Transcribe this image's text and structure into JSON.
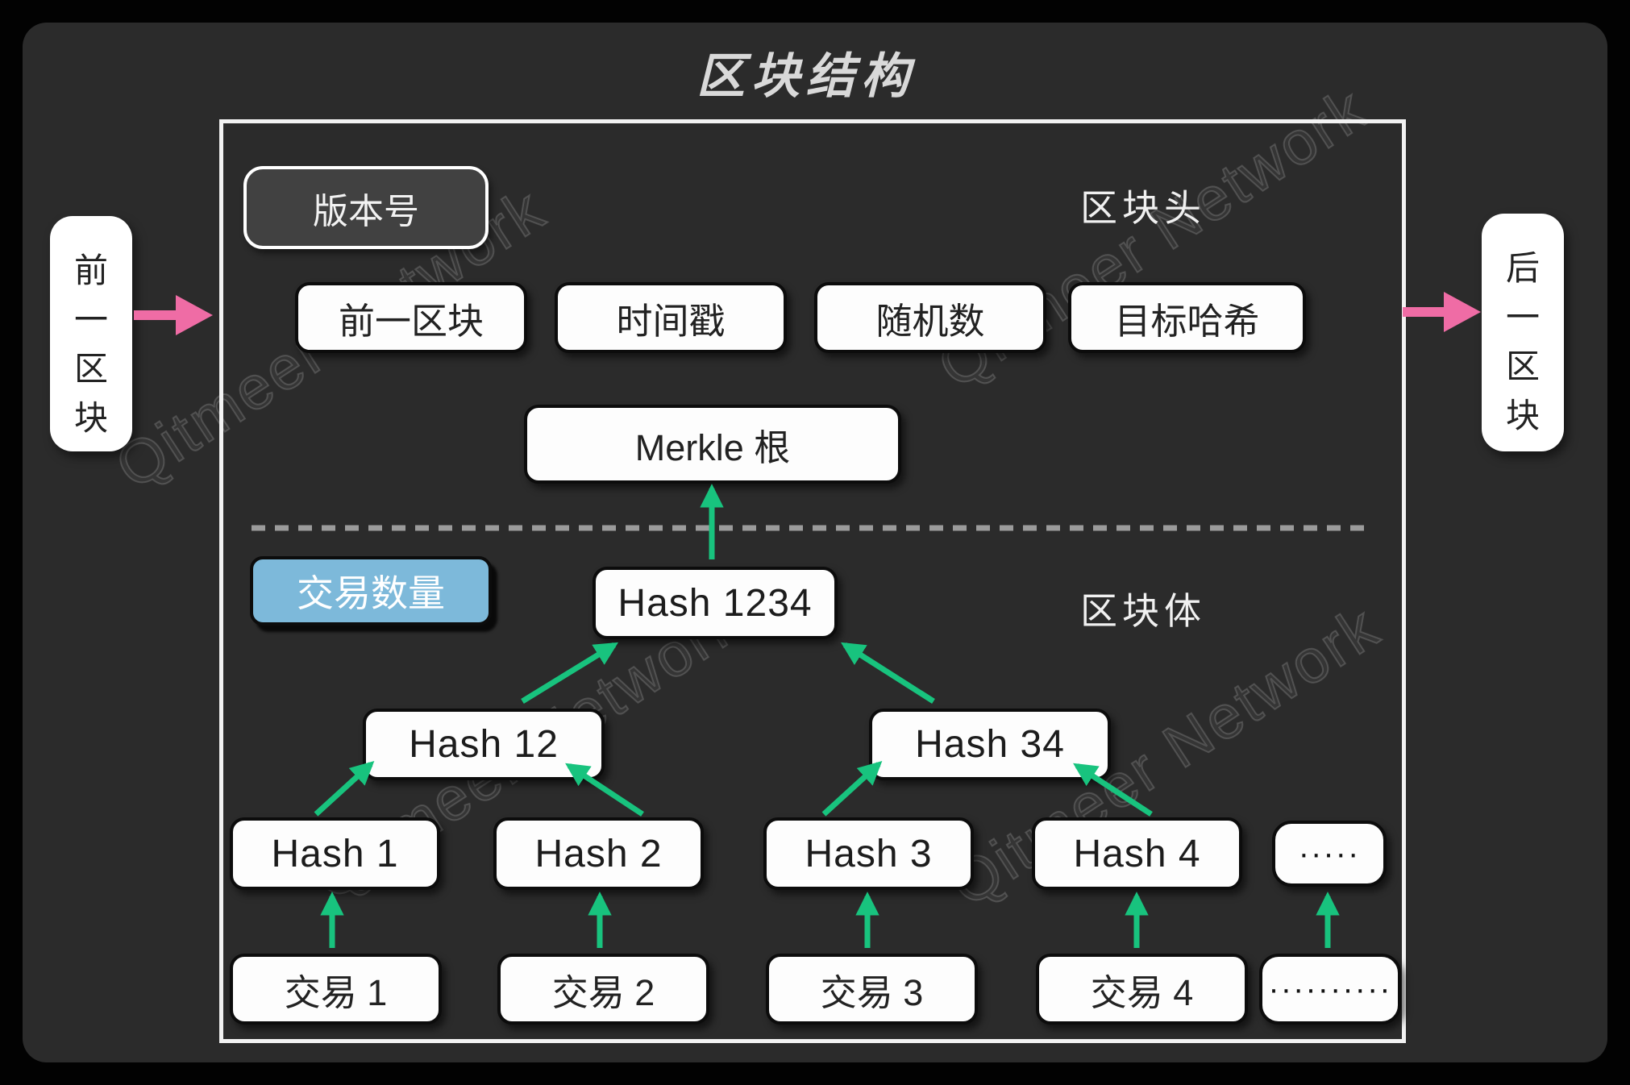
{
  "title": "区块结构",
  "watermark": {
    "text": "Qitmeer Network"
  },
  "colors": {
    "panel_background": "#2b2b2b",
    "arrow_green": "#18c37e",
    "arrow_pink": "#ef6ca5",
    "tx_count_blue": "#7db9da",
    "node_white": "#fdfdfd"
  },
  "prev_block": {
    "label": "前一区块",
    "chars": [
      "前",
      "一",
      "区",
      "块"
    ]
  },
  "next_block": {
    "label": "后一区块",
    "chars": [
      "后",
      "一",
      "区",
      "块"
    ]
  },
  "header": {
    "section_label": "区块头",
    "version": "版本号",
    "fields": [
      "前一区块",
      "时间戳",
      "随机数",
      "目标哈希"
    ],
    "merkle_root": "Merkle 根"
  },
  "body": {
    "section_label": "区块体",
    "tx_count": "交易数量",
    "merkle_tree": {
      "root_hash": "Hash 1234",
      "level2": [
        "Hash 12",
        "Hash 34"
      ],
      "leaves": [
        "Hash 1",
        "Hash 2",
        "Hash 3",
        "Hash 4",
        "·····"
      ],
      "transactions": [
        "交易 1",
        "交易 2",
        "交易 3",
        "交易 4",
        "··········"
      ]
    }
  }
}
